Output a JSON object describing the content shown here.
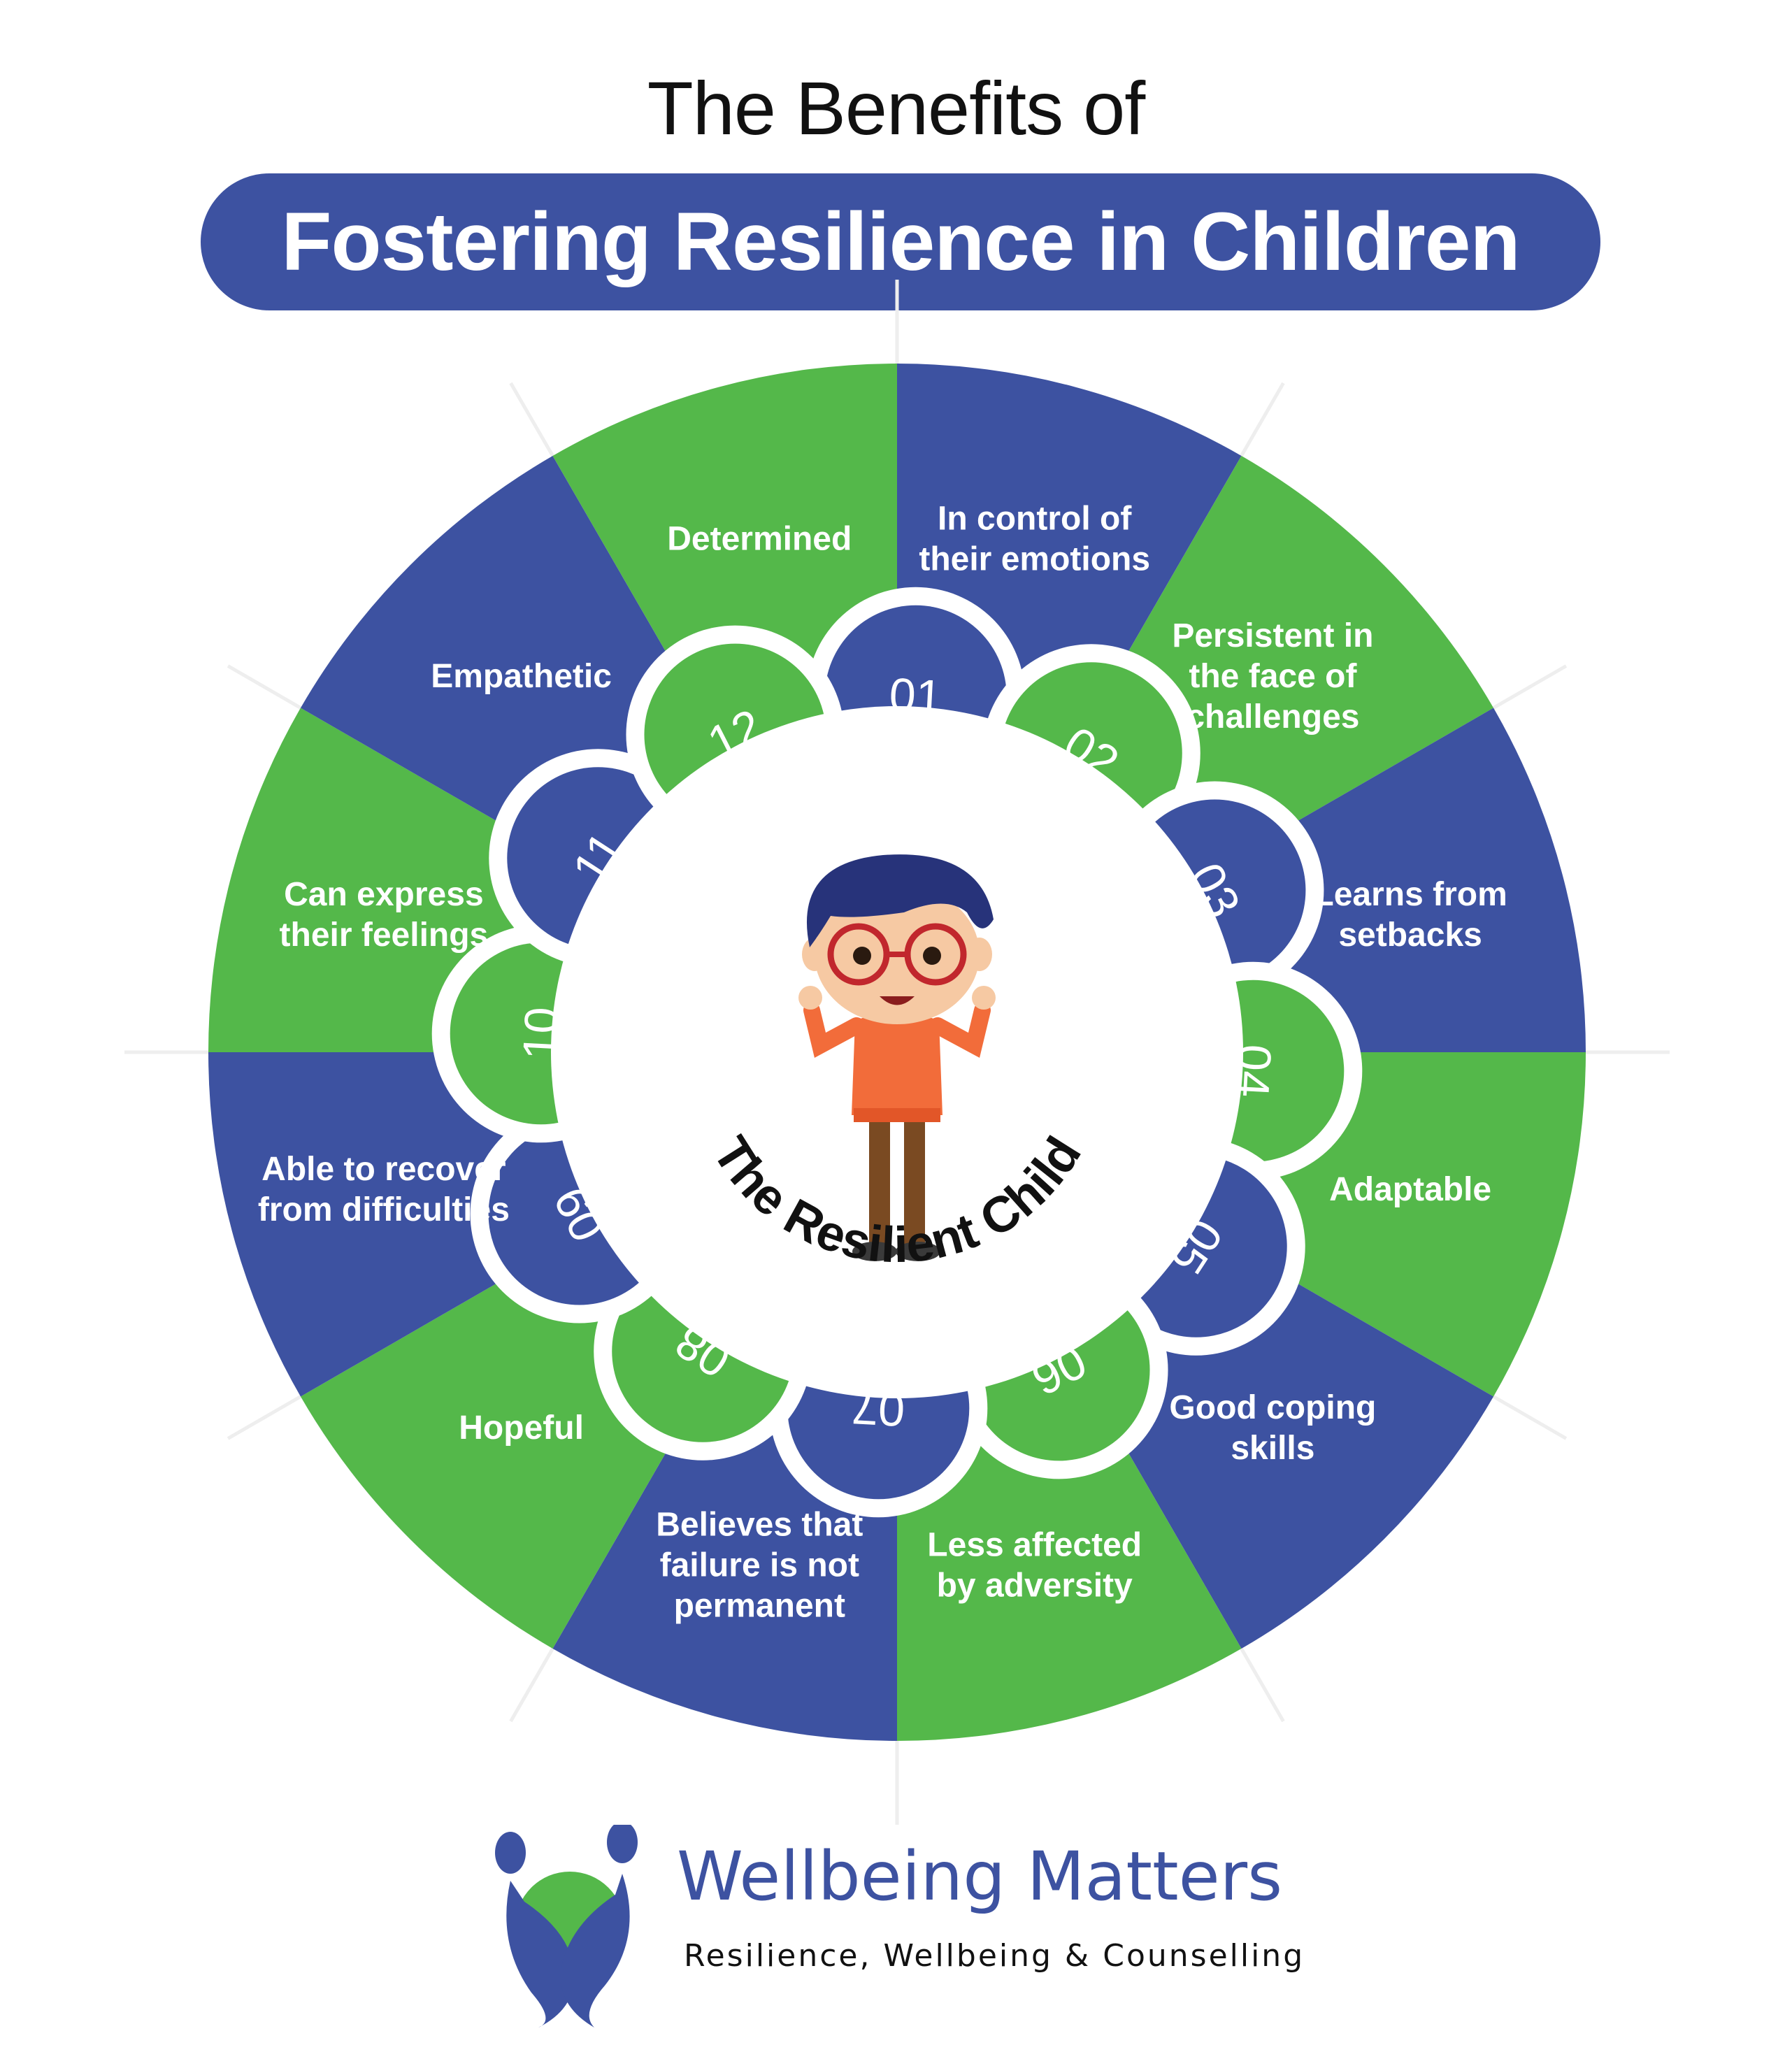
{
  "header": {
    "subtitle": "The Benefits of",
    "title": "Fostering Resilience in Children"
  },
  "center": {
    "label": "The Resilient Child"
  },
  "segments": [
    {
      "number": "01",
      "lines": [
        "In control of",
        "their emotions"
      ]
    },
    {
      "number": "02",
      "lines": [
        "Persistent in",
        "the face of",
        "challenges"
      ]
    },
    {
      "number": "03",
      "lines": [
        "Learns from",
        "setbacks"
      ]
    },
    {
      "number": "04",
      "lines": [
        "Adaptable"
      ]
    },
    {
      "number": "05",
      "lines": [
        "Good coping",
        "skills"
      ]
    },
    {
      "number": "06",
      "lines": [
        "Less affected",
        "by adversity"
      ]
    },
    {
      "number": "07",
      "lines": [
        "Believes that",
        "failure is not",
        "permanent"
      ]
    },
    {
      "number": "08",
      "lines": [
        "Hopeful"
      ]
    },
    {
      "number": "09",
      "lines": [
        "Able to recover",
        "from difficulties"
      ]
    },
    {
      "number": "10",
      "lines": [
        "Can express",
        "their feelings"
      ]
    },
    {
      "number": "11",
      "lines": [
        "Empathetic"
      ]
    },
    {
      "number": "12",
      "lines": [
        "Determined"
      ]
    }
  ],
  "colors": {
    "blue": "#3d52a1",
    "green": "#54b84a",
    "white": "#ffffff"
  },
  "footer": {
    "brand_name": "Wellbeing Matters",
    "tagline": "Resilience, Wellbeing & Counselling"
  }
}
